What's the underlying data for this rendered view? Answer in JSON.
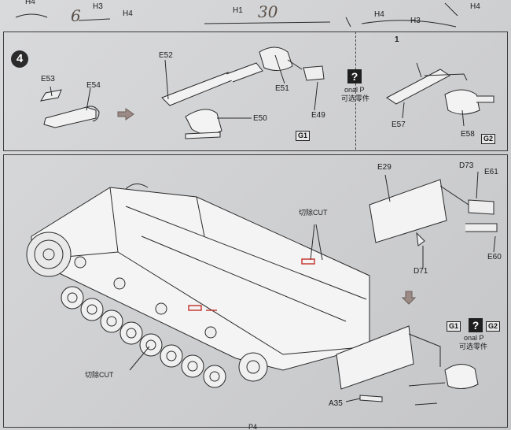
{
  "top_strip": {
    "labels": [
      "H4",
      "H3",
      "H4",
      "H1",
      "H4",
      "H3",
      "H4"
    ],
    "handwritten": [
      "6",
      "30"
    ]
  },
  "step": {
    "number": "4",
    "parts": [
      "E53",
      "E54",
      "E52",
      "E51",
      "E50",
      "E49"
    ],
    "sprue_box": "G1"
  },
  "right_panel": {
    "index": "1",
    "optional_icon": "?",
    "optional_en": "onal P",
    "optional_cn": "可选零件",
    "parts": [
      "E57",
      "E58"
    ],
    "sprue_box": "G2"
  },
  "lower": {
    "cut_label": "切除CUT",
    "cut_label_bottom": "切除CUT",
    "parts": [
      "E29",
      "D73",
      "E61",
      "E60",
      "D71",
      "A35"
    ],
    "optional_icon": "?",
    "optional_en": "onal P",
    "optional_cn": "可选零件",
    "sprue_left": "G1",
    "sprue_right": "G2"
  },
  "footer_page": "P4"
}
